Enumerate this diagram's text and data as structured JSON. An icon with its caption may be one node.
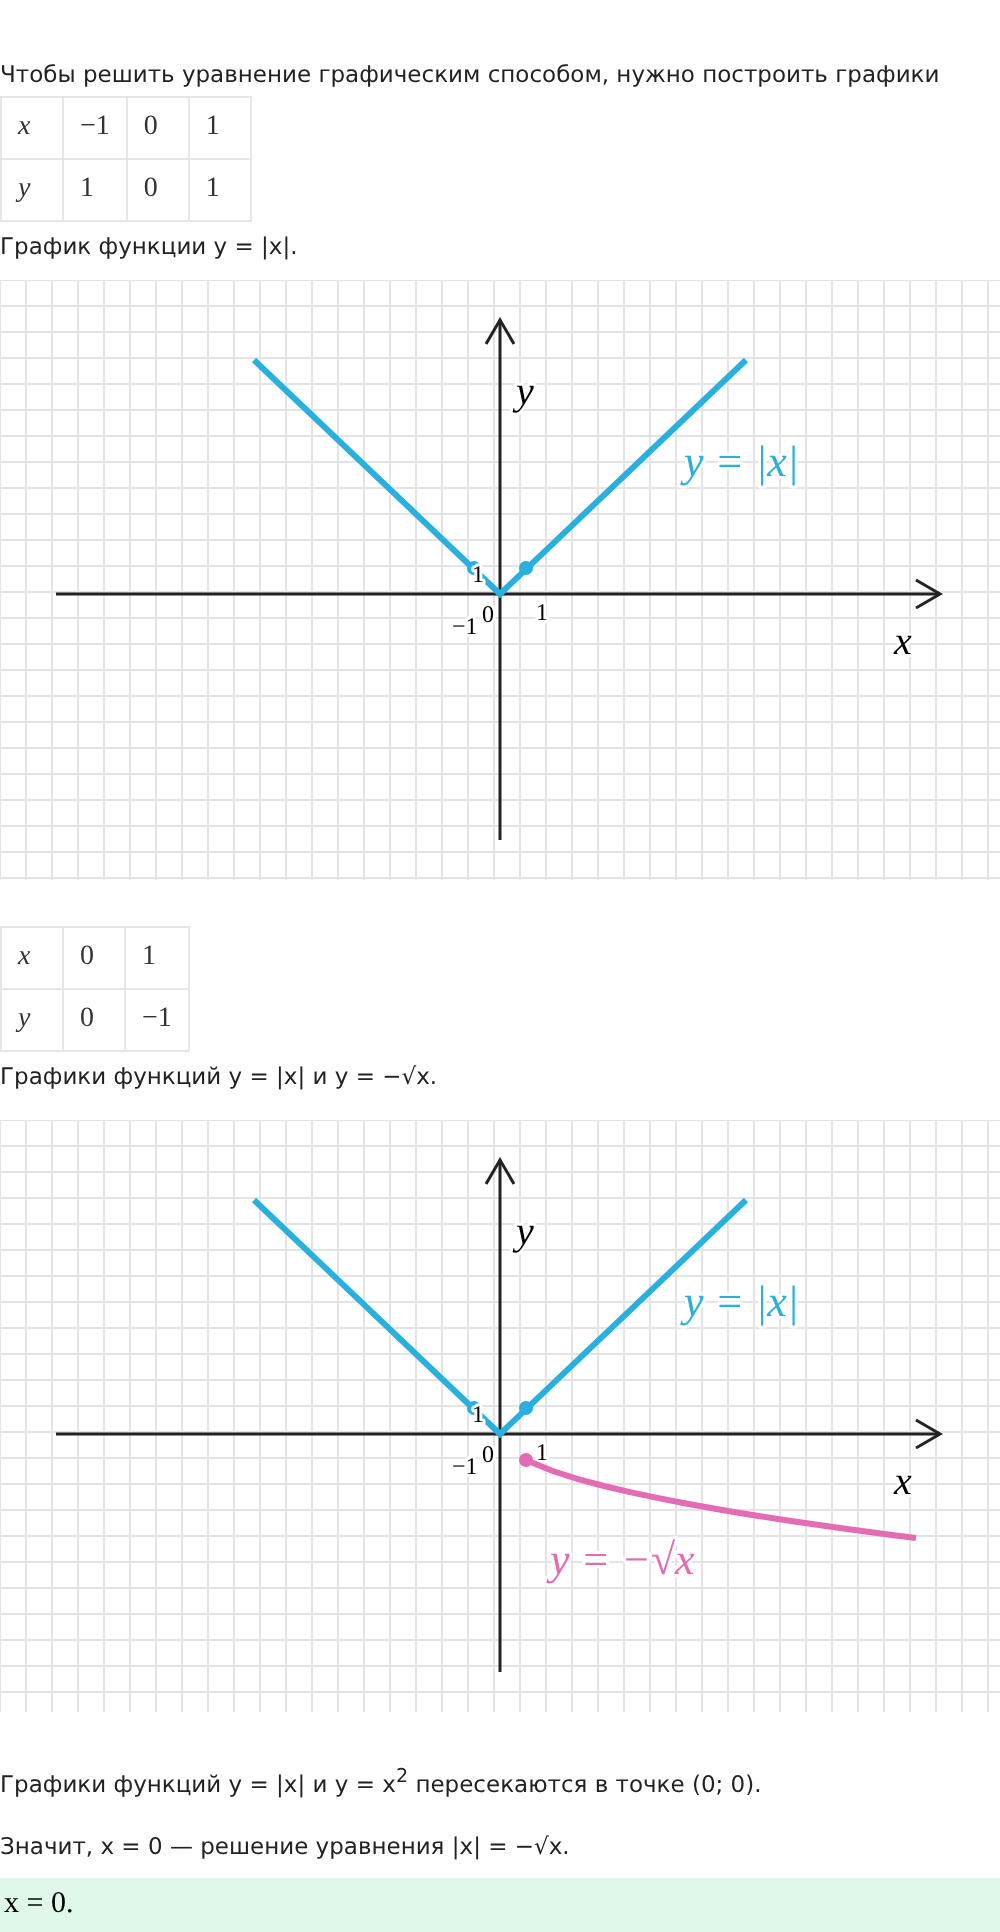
{
  "diagram": {
    "nodes": [
      {
        "text": [
          "x = 0."
        ]
      }
    ],
    "labels": [
      "Чтобы решить уравнение графическим способом, нужно построить графики",
      "x",
      "−1",
      "0",
      "1",
      "y",
      "1",
      "0",
      "1",
      "График функции y = |x|.",
      "y",
      "y = |x|",
      "1",
      "−1",
      "0",
      "1",
      "x",
      "x",
      "0",
      "1",
      "y",
      "0",
      "−1",
      "Графики функций y = |x| и y = −√x.",
      "y",
      "y = |x|",
      "1",
      "−1",
      "0",
      "1",
      "x",
      "y = −√x",
      "Графики функций y = |x| и y = x$^{2}$ пересекаются в точке (0; 0).",
      "Значит, x = 0 — решение уравнения |x| = −√x."
    ]
  }
}
